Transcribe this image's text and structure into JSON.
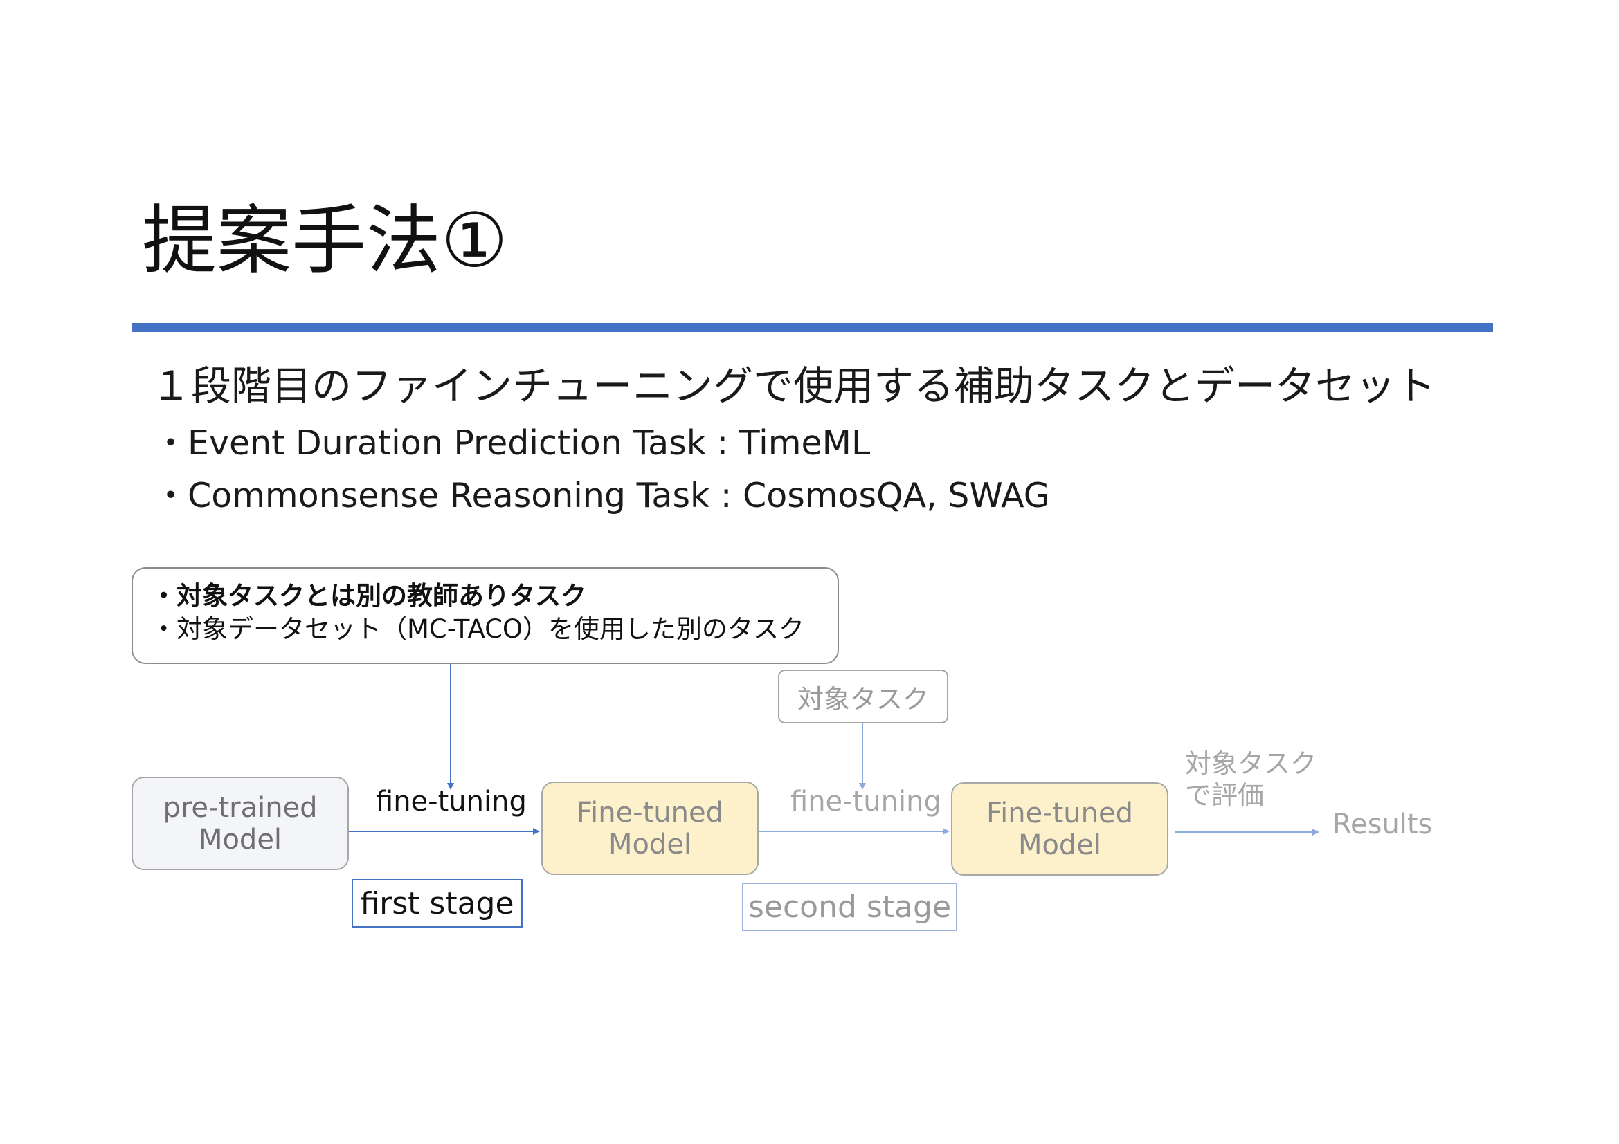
{
  "title": "提案手法①",
  "heading": "１段階目のファインチューニングで使用する補助タスクとデータセット",
  "bullets": [
    "・Event Duration Prediction Task : TimeML",
    "・Commonsense Reasoning Task : CosmosQA, SWAG"
  ],
  "note_box": {
    "line1": "・対象タスクとは別の教師ありタスク",
    "line2": "・対象データセット（MC-TACO）を使用した別のタスク"
  },
  "diagram": {
    "pretrained_line1": "pre-trained",
    "pretrained_line2": "Model",
    "finetuned1_line1": "Fine-tuned",
    "finetuned1_line2": "Model",
    "finetuned2_line1": "Fine-tuned",
    "finetuned2_line2": "Model",
    "fine_tuning_label_1": "fine-tuning",
    "fine_tuning_label_2": "fine-tuning",
    "target_task": "対象タスク",
    "eval_label_line1": "対象タスク",
    "eval_label_line2": "で評価",
    "results": "Results",
    "first_stage": "first stage",
    "second_stage": "second stage"
  },
  "colors": {
    "accent": "#4472c4",
    "model_fill": "#fdf1cc",
    "pretrained_fill": "#f4f5f9",
    "muted_text": "#a6a6a6",
    "muted_arrow": "#8eaadb"
  }
}
